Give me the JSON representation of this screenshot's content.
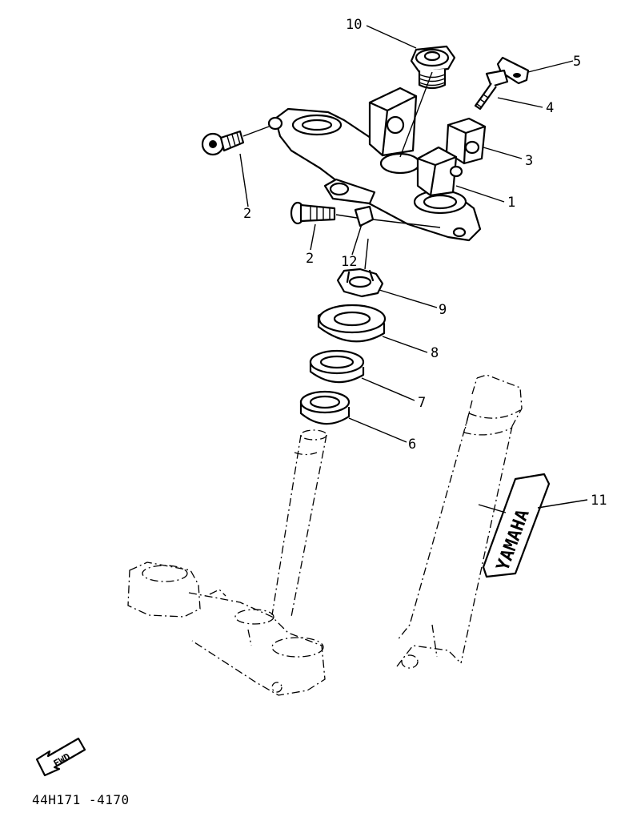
{
  "callouts": {
    "c1": "1",
    "c2a": "2",
    "c2b": "2",
    "c3": "3",
    "c4": "4",
    "c5": "5",
    "c6": "6",
    "c7": "7",
    "c8": "8",
    "c9": "9",
    "c10": "10",
    "c11": "11",
    "c12": "12"
  },
  "emblem_text": "YAMAHA",
  "fwd_label": "FWD",
  "drawing_code": "44H171 -4170"
}
